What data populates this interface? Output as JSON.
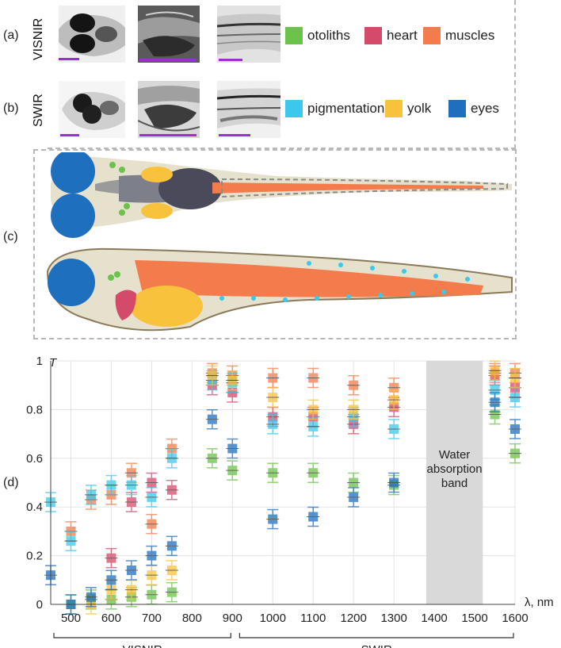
{
  "panels": {
    "a": {
      "label": "(a)",
      "title": "VISNIR"
    },
    "b": {
      "label": "(b)",
      "title": "SWIR"
    },
    "c": {
      "label": "(c)"
    },
    "d": {
      "label": "(d)"
    }
  },
  "legend": [
    {
      "name": "otoliths",
      "color": "#6cc24a"
    },
    {
      "name": "heart",
      "color": "#d44a6a"
    },
    {
      "name": "muscles",
      "color": "#f47c4c"
    },
    {
      "name": "pigmentation",
      "color": "#3cc8ec"
    },
    {
      "name": "yolk",
      "color": "#f9c23c"
    },
    {
      "name": "eyes",
      "color": "#1f6fbf"
    }
  ],
  "chart_data": {
    "type": "scatter",
    "ylabel": "T",
    "xlabel": "λ, nm",
    "xticks": [
      500,
      600,
      700,
      800,
      900,
      1000,
      1100,
      1200,
      1300,
      1400,
      1500,
      1600
    ],
    "yticks": [
      0,
      0.2,
      0.4,
      0.6,
      0.8,
      1
    ],
    "ylim": [
      0,
      1
    ],
    "grid": true,
    "shaded_band": {
      "x_range": [
        1380,
        1520
      ],
      "label": [
        "Water",
        "absorption",
        "band"
      ]
    },
    "ranges": [
      {
        "label": "VISNIR",
        "x_range": [
          450,
          900
        ]
      },
      {
        "label": "SWIR",
        "x_range": [
          910,
          1600
        ]
      }
    ],
    "series": [
      {
        "name": "otoliths",
        "color": "#6cc24a",
        "points": [
          [
            500,
            0.0
          ],
          [
            550,
            0.02
          ],
          [
            600,
            0.02
          ],
          [
            650,
            0.03
          ],
          [
            700,
            0.04
          ],
          [
            750,
            0.05
          ],
          [
            850,
            0.6
          ],
          [
            900,
            0.55
          ],
          [
            1000,
            0.54
          ],
          [
            1100,
            0.54
          ],
          [
            1200,
            0.5
          ],
          [
            1300,
            0.49
          ],
          [
            1550,
            0.78
          ],
          [
            1600,
            0.62
          ]
        ]
      },
      {
        "name": "heart",
        "color": "#d44a6a",
        "points": [
          [
            600,
            0.19
          ],
          [
            650,
            0.42
          ],
          [
            700,
            0.5
          ],
          [
            750,
            0.47
          ],
          [
            850,
            0.9
          ],
          [
            900,
            0.87
          ],
          [
            1000,
            0.77
          ],
          [
            1100,
            0.77
          ],
          [
            1200,
            0.74
          ],
          [
            1300,
            0.81
          ],
          [
            1550,
            0.94
          ],
          [
            1600,
            0.89
          ]
        ]
      },
      {
        "name": "muscles",
        "color": "#f47c4c",
        "points": [
          [
            500,
            0.3
          ],
          [
            550,
            0.43
          ],
          [
            600,
            0.45
          ],
          [
            650,
            0.54
          ],
          [
            700,
            0.33
          ],
          [
            750,
            0.64
          ],
          [
            850,
            0.95
          ],
          [
            900,
            0.94
          ],
          [
            1000,
            0.93
          ],
          [
            1100,
            0.93
          ],
          [
            1200,
            0.9
          ],
          [
            1300,
            0.89
          ],
          [
            1550,
            0.95
          ],
          [
            1600,
            0.95
          ]
        ]
      },
      {
        "name": "pigmentation",
        "color": "#3cc8ec",
        "points": [
          [
            450,
            0.42
          ],
          [
            500,
            0.26
          ],
          [
            550,
            0.45
          ],
          [
            600,
            0.49
          ],
          [
            650,
            0.49
          ],
          [
            700,
            0.44
          ],
          [
            750,
            0.6
          ],
          [
            850,
            0.92
          ],
          [
            900,
            0.91
          ],
          [
            1000,
            0.74
          ],
          [
            1100,
            0.73
          ],
          [
            1200,
            0.77
          ],
          [
            1300,
            0.72
          ],
          [
            1550,
            0.88
          ],
          [
            1600,
            0.85
          ]
        ]
      },
      {
        "name": "yolk",
        "color": "#f9c23c",
        "points": [
          [
            550,
            0.0
          ],
          [
            600,
            0.06
          ],
          [
            650,
            0.06
          ],
          [
            700,
            0.12
          ],
          [
            750,
            0.14
          ],
          [
            850,
            0.94
          ],
          [
            900,
            0.92
          ],
          [
            1000,
            0.85
          ],
          [
            1100,
            0.8
          ],
          [
            1200,
            0.8
          ],
          [
            1300,
            0.84
          ],
          [
            1550,
            0.96
          ],
          [
            1600,
            0.93
          ]
        ]
      },
      {
        "name": "eyes",
        "color": "#1f6fbf",
        "points": [
          [
            450,
            0.12
          ],
          [
            500,
            0.0
          ],
          [
            550,
            0.03
          ],
          [
            600,
            0.1
          ],
          [
            650,
            0.14
          ],
          [
            700,
            0.2
          ],
          [
            750,
            0.24
          ],
          [
            850,
            0.76
          ],
          [
            900,
            0.64
          ],
          [
            1000,
            0.35
          ],
          [
            1100,
            0.36
          ],
          [
            1200,
            0.44
          ],
          [
            1300,
            0.5
          ],
          [
            1550,
            0.83
          ],
          [
            1600,
            0.72
          ]
        ]
      }
    ]
  }
}
